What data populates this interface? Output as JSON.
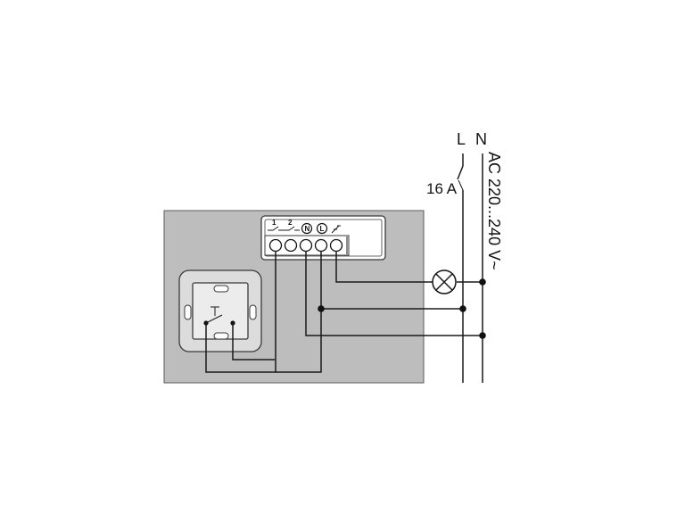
{
  "diagram": {
    "line_label": "L",
    "neutral_label": "N",
    "fuse_label": "16 A",
    "voltage_label": "AC 220...240 V~",
    "terminals": {
      "t1": "1",
      "t2": "2",
      "n": "N",
      "l": "L"
    }
  }
}
